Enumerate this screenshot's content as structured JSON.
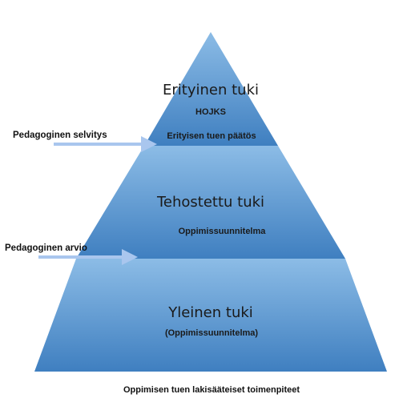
{
  "levels": {
    "top": {
      "title": "Erityinen tuki",
      "subtitle": "HOJKS",
      "decision": "Erityisen tuen päätös"
    },
    "middle": {
      "title": "Tehostettu tuki",
      "subtitle": "Oppimissuunnitelma"
    },
    "bottom": {
      "title": "Yleinen tuki",
      "subtitle": "(Oppimissuunnitelma)"
    }
  },
  "arrows": {
    "upper": {
      "label": "Pedagoginen selvitys"
    },
    "lower": {
      "label": "Pedagoginen arvio"
    }
  },
  "caption": "Oppimisen tuen lakisääteiset toimenpiteet",
  "colors": {
    "pyramid_light": "#8cbce6",
    "pyramid_dark": "#3f7fc0",
    "arrow": "#a9c6ee"
  }
}
